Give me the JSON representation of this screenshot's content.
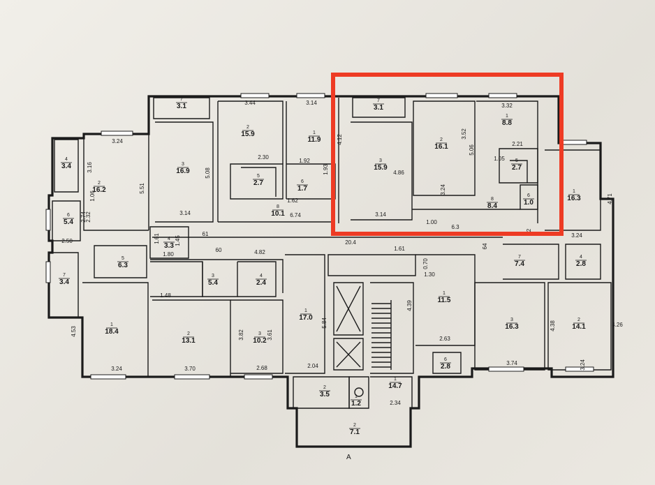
{
  "plan": {
    "axis_letter": "A",
    "highlight_color": "#ee3b24",
    "rooms": [
      {
        "num": "7",
        "area": "3.1"
      },
      {
        "num": "3",
        "area": "16.9"
      },
      {
        "num": "2",
        "area": "15.9"
      },
      {
        "num": "1",
        "area": "11.9"
      },
      {
        "num": "4",
        "area": "3.4"
      },
      {
        "num": "2",
        "area": "16.2"
      },
      {
        "num": "6",
        "area": "5.4"
      },
      {
        "num": "5",
        "area": "2.7"
      },
      {
        "num": "6",
        "area": "1.7"
      },
      {
        "num": "8",
        "area": "10.1"
      },
      {
        "num": "4",
        "area": "3.3"
      },
      {
        "num": "5",
        "area": "6.3"
      },
      {
        "num": "7",
        "area": "3.4"
      },
      {
        "num": "3",
        "area": "5.4"
      },
      {
        "num": "4",
        "area": "2.4"
      },
      {
        "num": "1",
        "area": "18.4"
      },
      {
        "num": "2",
        "area": "13.1"
      },
      {
        "num": "3",
        "area": "10.2"
      },
      {
        "num": "1",
        "area": "17.0"
      },
      {
        "num": "2",
        "area": "3.5"
      },
      {
        "num": "1",
        "area": "1.2"
      },
      {
        "num": "1",
        "area": "14.7"
      },
      {
        "num": "2",
        "area": "7.1"
      },
      {
        "num": "7",
        "area": "3.1"
      },
      {
        "num": "3",
        "area": "15.9"
      },
      {
        "num": "2",
        "area": "16.1"
      },
      {
        "num": "1",
        "area": "8.8"
      },
      {
        "num": "5",
        "area": "2.7"
      },
      {
        "num": "6",
        "area": "1.0"
      },
      {
        "num": "8",
        "area": "8.4"
      },
      {
        "num": "1",
        "area": "16.3"
      },
      {
        "num": "1",
        "area": "11.5"
      },
      {
        "num": "6",
        "area": "2.8"
      },
      {
        "num": "7",
        "area": "7.4"
      },
      {
        "num": "4",
        "area": "2.8"
      },
      {
        "num": "3",
        "area": "16.3"
      },
      {
        "num": "2",
        "area": "14.1"
      }
    ],
    "dimensions": [
      "3.44",
      "3.14",
      "3.24",
      "3.32",
      "4.12",
      "5.06",
      "3.52",
      "5.08",
      "2.30",
      "1.92",
      "1.93",
      "3.16",
      "1.06",
      "5.51",
      "2.32",
      "2.74",
      "2.50",
      "3.14",
      "6.74",
      "1.62",
      "2.21",
      "4.86",
      "3.14",
      "1.00",
      "6.3",
      "3.24",
      "4.71",
      "3.24",
      "1.61",
      "1.45",
      "1.80",
      "61",
      "60",
      "4.82",
      "20.4",
      "1.61",
      "64",
      "0.70",
      "1.30",
      "1.48",
      "4.53",
      "3.24",
      "3.70",
      "3.82",
      "3.61",
      "2.68",
      "5.84",
      "2.04",
      "4.39",
      "2.63",
      "3.74",
      "4.38",
      "3.24",
      "4.26",
      "2.34",
      "2",
      "1.05"
    ]
  }
}
